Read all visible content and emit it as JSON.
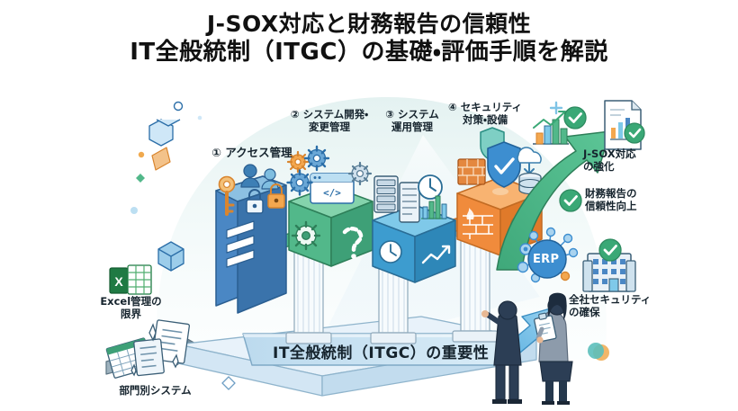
{
  "title": {
    "line1": "J-SOX対応と財務報告の信頼性",
    "line2": "IT全般統制（ITGC）の基礎・評価手順を解説"
  },
  "pillars": [
    {
      "id": "access",
      "label": "① アクセス管理",
      "color": "#4a87c4",
      "icons": [
        "key-icon",
        "user-icon",
        "user-shield-icon",
        "lock-icon",
        "lock-orange-icon",
        "server-stack-icon"
      ]
    },
    {
      "id": "dev",
      "label": "② システム開発・\n変更管理",
      "color": "#52b88a",
      "icons": [
        "gear-icon",
        "gear-orange-icon",
        "code-window-icon",
        "question-mark-icon"
      ]
    },
    {
      "id": "operations",
      "label": "③ システム\n運用管理",
      "color": "#3d9ccf",
      "icons": [
        "server-rack-icon",
        "clock-icon",
        "bar-chart-icon",
        "trend-up-icon"
      ]
    },
    {
      "id": "security",
      "label": "④ セキュリティ\n対策・設備",
      "color": "#f08b3c",
      "icons": [
        "shield-check-icon",
        "shield-icon",
        "firewall-brick-icon",
        "cloud-download-icon",
        "database-icon",
        "cloud-network-icon"
      ]
    }
  ],
  "banner": {
    "text": "IT全般統制（ITGC）の重要性"
  },
  "legacy": [
    {
      "id": "excel",
      "label": "Excel管理の\n限界",
      "icon": "excel-icon"
    },
    {
      "id": "siloed",
      "label": "部門別システム",
      "icon": "scattered-documents-icon"
    }
  ],
  "outcomes": [
    {
      "id": "jsox",
      "label": "J-SOX対応\nの強化",
      "icon": "report-check-icon",
      "badge": "check-badge-icon"
    },
    {
      "id": "finance",
      "label": "財務報告の\n信頼性向上",
      "icon": "check-badge-icon",
      "badge": "check-badge-icon"
    },
    {
      "id": "security",
      "label": "全社セキュリティ\nの確保",
      "icon": "office-building-icon",
      "badge": "check-badge-icon"
    }
  ],
  "hub": {
    "label": "ERP",
    "icon": "erp-network-icon"
  },
  "people": [
    {
      "id": "manager",
      "icon": "businessman-icon"
    },
    {
      "id": "auditor",
      "icon": "businesswoman-clipboard-icon"
    }
  ],
  "decor": {
    "chart_growth_icon": "growth-chart-icon",
    "green_arrow_icon": "green-up-arrow-icon",
    "blue_arrow_icon": "blue-up-arrow-icon",
    "grey_arrow_icon": "grey-right-arrow-icon"
  },
  "colors": {
    "background": "#ffffff",
    "wash": "#e9f4f3",
    "pillar_access": "#4a87c4",
    "pillar_dev": "#52b88a",
    "pillar_ops": "#3d9ccf",
    "pillar_security": "#f08b3c",
    "accent_green": "#3aa876",
    "accent_blue": "#4da3d8",
    "banner": "#c9e0f0",
    "text": "#16242e"
  }
}
